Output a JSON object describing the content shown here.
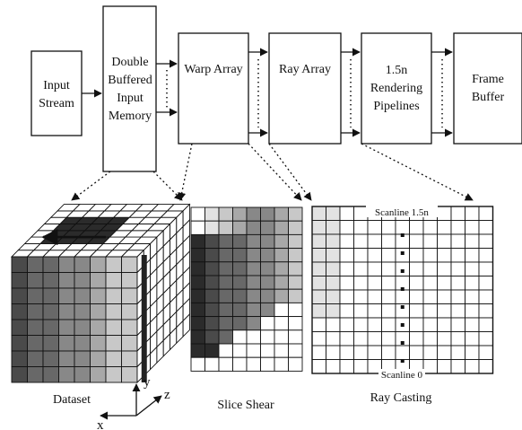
{
  "blocks": {
    "input_stream": [
      "Input",
      "Stream"
    ],
    "double_buffered": [
      "Double",
      "Buffered",
      "Input",
      "Memory"
    ],
    "warp_array": [
      "Warp Array"
    ],
    "ray_array": [
      "Ray Array"
    ],
    "rendering_pipelines": [
      "1.5n",
      "Rendering",
      "Pipelines"
    ],
    "frame_buffer": [
      "Frame",
      "Buffer"
    ]
  },
  "panels": {
    "dataset": "Dataset",
    "slice_shear": "Slice Shear",
    "ray_casting": "Ray Casting"
  },
  "scanlines": {
    "top": "Scanline 1.5n",
    "bottom": "Scanline 0"
  },
  "axes": {
    "x": "x",
    "y": "y",
    "z": "z"
  },
  "colors": {
    "stroke": "#111111",
    "gray_levels": [
      "#2b2b2b",
      "#4a4a4a",
      "#686868",
      "#888888",
      "#a8a8a8",
      "#c8c8c8",
      "#e2e2e2",
      "#ffffff"
    ]
  }
}
